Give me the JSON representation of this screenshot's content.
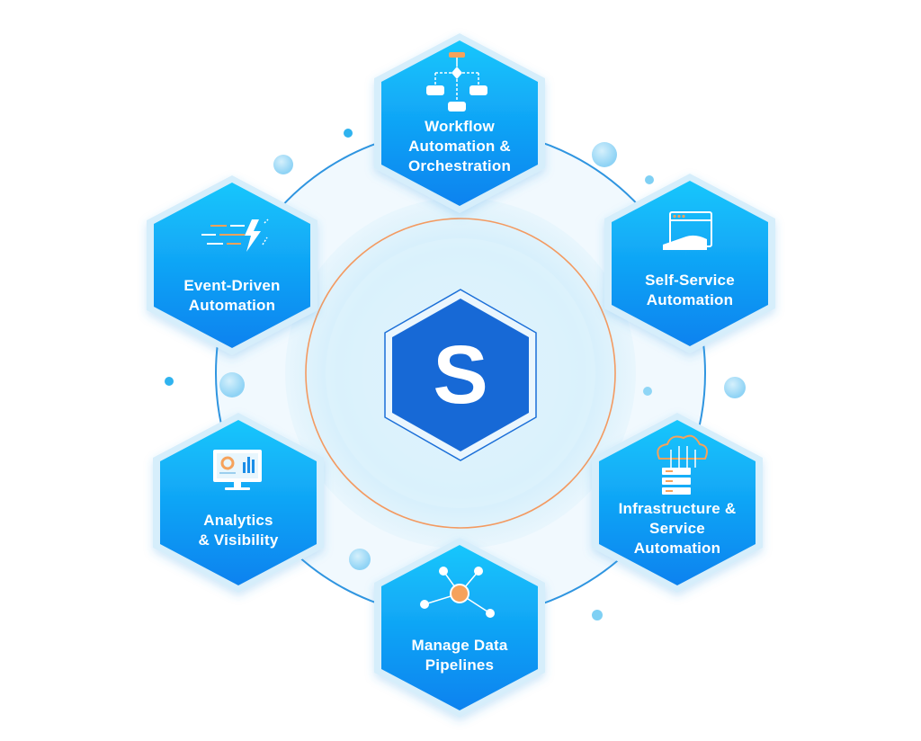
{
  "center": {
    "letter": "S"
  },
  "capabilities": [
    {
      "id": "workflow",
      "label": "Workflow\nAutomation &\nOrchestration",
      "icon": "workflow-flowchart-icon"
    },
    {
      "id": "self-service",
      "label": "Self-Service\nAutomation",
      "icon": "browser-hand-icon"
    },
    {
      "id": "infrastructure",
      "label": "Infrastructure &\nService\nAutomation",
      "icon": "cloud-server-icon"
    },
    {
      "id": "data-pipelines",
      "label": "Manage Data\nPipelines",
      "icon": "network-nodes-icon"
    },
    {
      "id": "analytics",
      "label": "Analytics\n& Visibility",
      "icon": "monitor-chart-icon"
    },
    {
      "id": "event-driven",
      "label": "Event-Driven\nAutomation",
      "icon": "lightning-speed-icon"
    }
  ],
  "colors": {
    "hex_top": "#16c4fb",
    "hex_bottom": "#0a84f0",
    "hex_border": "#d6eefb",
    "center_hex": "#1769d6",
    "ring_outer": "#2f95e0",
    "ring_orange": "#f39a61",
    "bubble": "#a8dcf6",
    "accent_orange": "#f6a25b"
  }
}
